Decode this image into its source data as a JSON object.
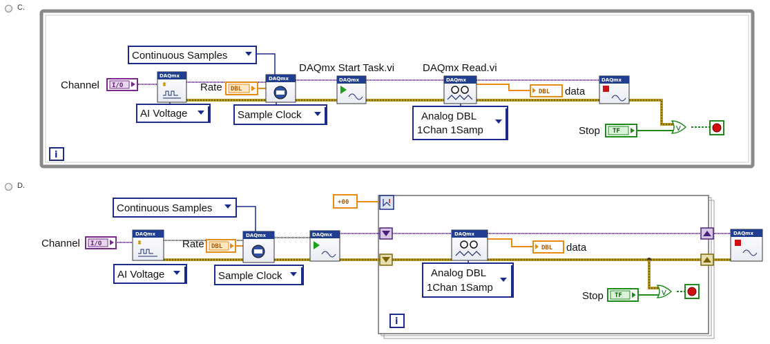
{
  "options": [
    {
      "letter": "C."
    },
    {
      "letter": "D."
    }
  ],
  "diagram_c": {
    "channel_label": "Channel",
    "io_const": "I/O",
    "rate_label": "Rate",
    "dbl_const": "DBL",
    "sample_mode": "Continuous Samples",
    "ai_voltage": "AI Voltage",
    "sample_clock": "Sample Clock",
    "start_task_caption": "DAQmx Start Task.vi",
    "read_caption": "DAQmx Read.vi",
    "read_mode_line1": "Analog DBL",
    "read_mode_line2": "1Chan 1Samp",
    "data_label": "data",
    "data_const": "DBL",
    "stop_label": "Stop",
    "stop_const": "TF",
    "info_icon": "i",
    "daqmx_header": "DAQmx"
  },
  "diagram_d": {
    "channel_label": "Channel",
    "io_const": "I/O",
    "rate_label": "Rate",
    "dbl_const": "DBL",
    "sample_mode": "Continuous Samples",
    "ai_voltage": "AI Voltage",
    "sample_clock": "Sample Clock",
    "loop_const": "+00",
    "read_mode_line1": "Analog DBL",
    "read_mode_line2": "1Chan 1Samp",
    "data_label": "data",
    "data_const": "DBL",
    "stop_label": "Stop",
    "stop_const": "TF",
    "info_icon": "i",
    "daqmx_header": "DAQmx"
  },
  "colors": {
    "task_wire": "#4b1f7c",
    "error_wire": "#b79a1e",
    "error_wire_dark": "#3a2b00",
    "dbl_orange": "#e88a12",
    "bool_green": "#1e8a1e",
    "enum_blue": "#1a2a8a",
    "loop_gray": "#8c8c8c"
  },
  "icons": [
    "radio-icon",
    "vi-icon",
    "info-icon",
    "or-gate-icon",
    "stop-indicator-icon",
    "shift-register-icon",
    "timing-icon"
  ]
}
